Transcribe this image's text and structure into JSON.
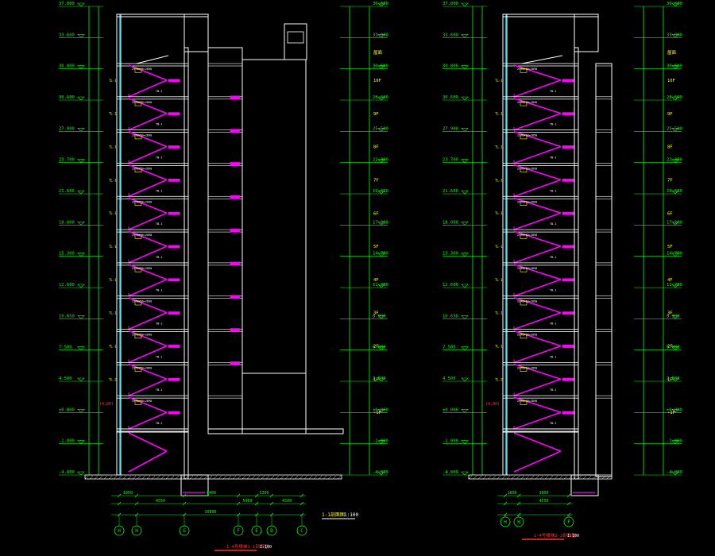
{
  "colors": {
    "background": "#000000",
    "structure": "#ffffff",
    "dimension": "#00ff00",
    "stair": "#ff00ff",
    "glazing": "#00e5ff",
    "annotation": "#ffff00",
    "marker": "#ff3030"
  },
  "drawings": [
    {
      "id": "section-1",
      "left_levels": [
        "37.800",
        "33.600",
        "30.800",
        "30.600",
        "27.900",
        "23.700",
        "21.600",
        "18.000",
        "15.300",
        "12.600",
        "10.650",
        "7.500",
        "4.500",
        "±0.000",
        "-1.000",
        "-4.800"
      ],
      "right_levels": [
        "36.600",
        "33.000",
        "30.600",
        "28.600",
        "25.500",
        "22.300",
        "19.650",
        "17.200",
        "14.700",
        "11.200",
        "8.900",
        "6.000",
        "2.500",
        "±0.000",
        "-1.000",
        "-4.800"
      ],
      "floor_tags": [
        "屋面",
        "10F",
        "9F",
        "8F",
        "7F",
        "6F",
        "5F",
        "4F",
        "3F",
        "2F",
        "1F",
        "-1F"
      ],
      "stair_landing_tags": [
        "TL-1",
        "TL-1",
        "TL-1",
        "TL-1",
        "TL-1",
        "TL-1",
        "TL-1",
        "TL-1",
        "TL-1",
        "TL-2"
      ],
      "stair_note": "2970×10=2890",
      "bottom_dims": [
        "1850",
        "4550",
        "8400",
        "5900",
        "5300",
        "4500"
      ],
      "overall_dim": "16800",
      "axis_labels": [
        "H",
        "H",
        "G",
        "F",
        "E",
        "D",
        "C"
      ],
      "section_mark": "1-1剖面图",
      "section_scale": "1:100",
      "title": "1-4号楼梯1-1剖面图",
      "scale": "1:100"
    },
    {
      "id": "section-2",
      "left_levels": [
        "37.800",
        "33.600",
        "30.800",
        "30.600",
        "27.900",
        "23.700",
        "21.600",
        "18.000",
        "15.300",
        "12.600",
        "10.650",
        "7.500",
        "4.500",
        "±0.000",
        "-1.000",
        "-4.800"
      ],
      "right_levels": [
        "36.600",
        "33.000",
        "30.600",
        "28.600",
        "25.500",
        "22.300",
        "19.650",
        "17.200",
        "14.700",
        "11.200",
        "8.900",
        "6.000",
        "2.500",
        "±0.000",
        "-1.000",
        "-4.800"
      ],
      "floor_tags": [
        "屋面",
        "10F",
        "9F",
        "8F",
        "7F",
        "6F",
        "5F",
        "4F",
        "3F",
        "2F",
        "1F",
        "-1F"
      ],
      "stair_landing_tags": [
        "TL-1",
        "TL-1",
        "TL-1",
        "TL-1",
        "TL-1",
        "TL-1",
        "TL-1",
        "TL-1",
        "TL-1",
        "TL-2"
      ],
      "stair_note": "2970×10=2890",
      "bottom_dims": [
        "1850",
        "4550",
        "3800"
      ],
      "overall_dim": "",
      "axis_labels": [
        "H",
        "H",
        "F"
      ],
      "section_mark": "",
      "section_scale": "",
      "title": "1-4号楼梯2-2剖面图",
      "scale": "1:100"
    }
  ]
}
